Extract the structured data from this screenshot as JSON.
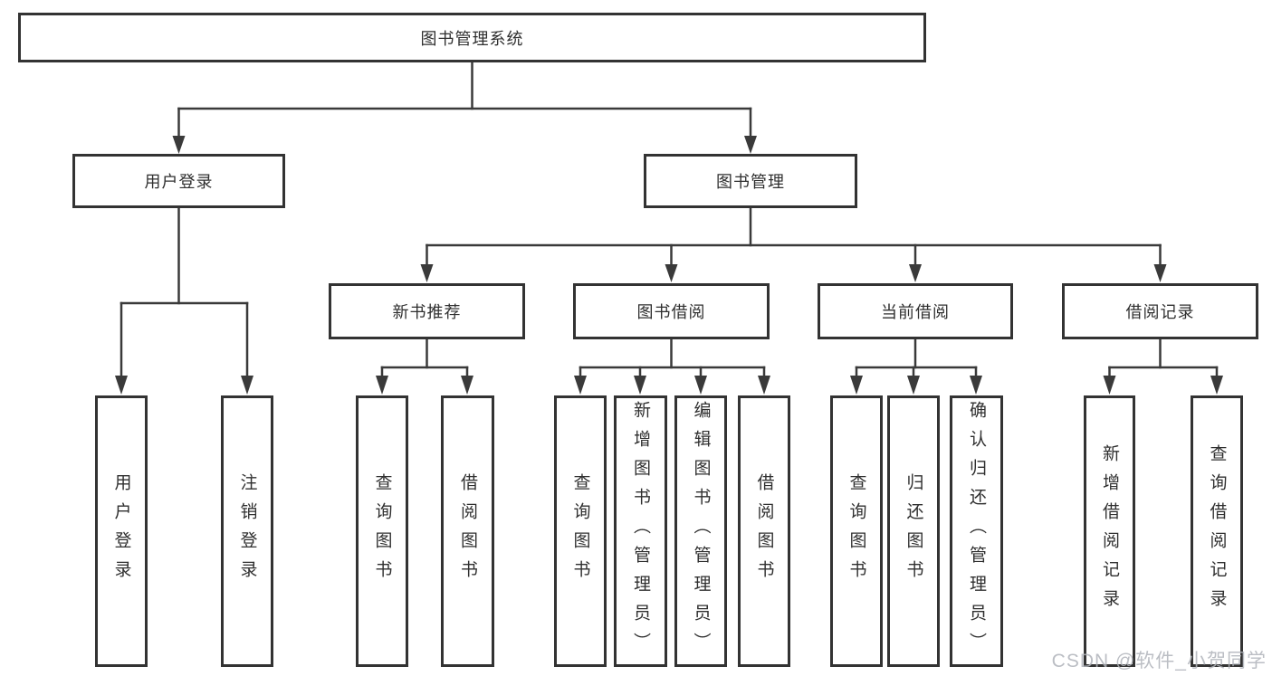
{
  "colors": {
    "line": "#3a3a3a",
    "box_border": "#333333",
    "text": "#2f2f2f",
    "background": "#ffffff",
    "watermark": "#b0b3ba"
  },
  "watermark": {
    "text": "CSDN @软件_小贺同学"
  },
  "nodes": {
    "root": {
      "label": "图书管理系统"
    },
    "user_login": {
      "label": "用户登录"
    },
    "book_mgmt": {
      "label": "图书管理"
    },
    "new_book_rec": {
      "label": "新书推荐"
    },
    "book_borrow": {
      "label": "图书借阅"
    },
    "current_borrow": {
      "label": "当前借阅"
    },
    "borrow_records": {
      "label": "借阅记录"
    },
    "leaf_user_login": {
      "label": "用户登录"
    },
    "leaf_logout": {
      "label": "注销登录"
    },
    "nbr_query_book": {
      "label": "查询图书"
    },
    "nbr_borrow_book": {
      "label": "借阅图书"
    },
    "bb_query_book": {
      "label": "查询图书"
    },
    "bb_add_book": {
      "label": "新增图书（管理员）"
    },
    "bb_edit_book": {
      "label": "编辑图书（管理员）"
    },
    "bb_borrow_book": {
      "label": "借阅图书"
    },
    "cb_query_book": {
      "label": "查询图书"
    },
    "cb_return_book": {
      "label": "归还图书"
    },
    "cb_confirm_return": {
      "label": "确认归还（管理员）"
    },
    "br_add_record": {
      "label": "新增借阅记录"
    },
    "br_query_record": {
      "label": "查询借阅记录"
    }
  },
  "edges": [
    [
      "root",
      "user_login"
    ],
    [
      "root",
      "book_mgmt"
    ],
    [
      "user_login",
      "leaf_user_login"
    ],
    [
      "user_login",
      "leaf_logout"
    ],
    [
      "book_mgmt",
      "new_book_rec"
    ],
    [
      "book_mgmt",
      "book_borrow"
    ],
    [
      "book_mgmt",
      "current_borrow"
    ],
    [
      "book_mgmt",
      "borrow_records"
    ],
    [
      "new_book_rec",
      "nbr_query_book"
    ],
    [
      "new_book_rec",
      "nbr_borrow_book"
    ],
    [
      "book_borrow",
      "bb_query_book"
    ],
    [
      "book_borrow",
      "bb_add_book"
    ],
    [
      "book_borrow",
      "bb_edit_book"
    ],
    [
      "book_borrow",
      "bb_borrow_book"
    ],
    [
      "current_borrow",
      "cb_query_book"
    ],
    [
      "current_borrow",
      "cb_return_book"
    ],
    [
      "current_borrow",
      "cb_confirm_return"
    ],
    [
      "borrow_records",
      "br_add_record"
    ],
    [
      "borrow_records",
      "br_query_record"
    ]
  ]
}
